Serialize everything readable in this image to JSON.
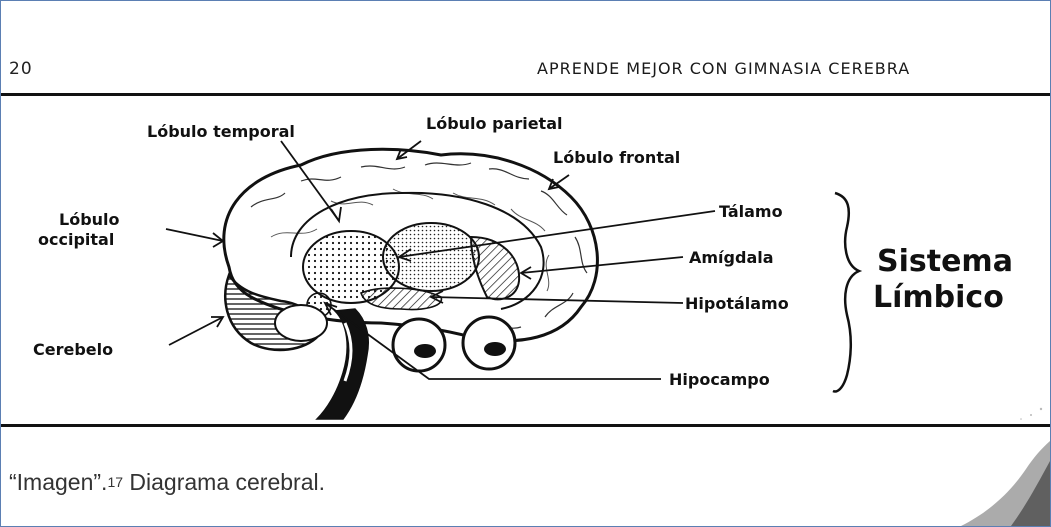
{
  "page": {
    "number": "20",
    "running_head": "APRENDE MEJOR CON GIMNASIA CEREBRA"
  },
  "figure": {
    "labels": {
      "temporal": "Lóbulo temporal",
      "parietal": "Lóbulo parietal",
      "frontal": "Lóbulo frontal",
      "occipital_line1": "Lóbulo",
      "occipital_line2": "occipital",
      "cerebelo": "Cerebelo",
      "talamo": "Tálamo",
      "amigdala": "Amígdala",
      "hipotalamo": "Hipotálamo",
      "hipocampo": "Hipocampo"
    },
    "system_label": {
      "line1": "Sistema",
      "line2": "Límbico"
    }
  },
  "caption": {
    "prefix": "“Imagen”.",
    "superscript": "17",
    "text": " Diagrama cerebral."
  }
}
